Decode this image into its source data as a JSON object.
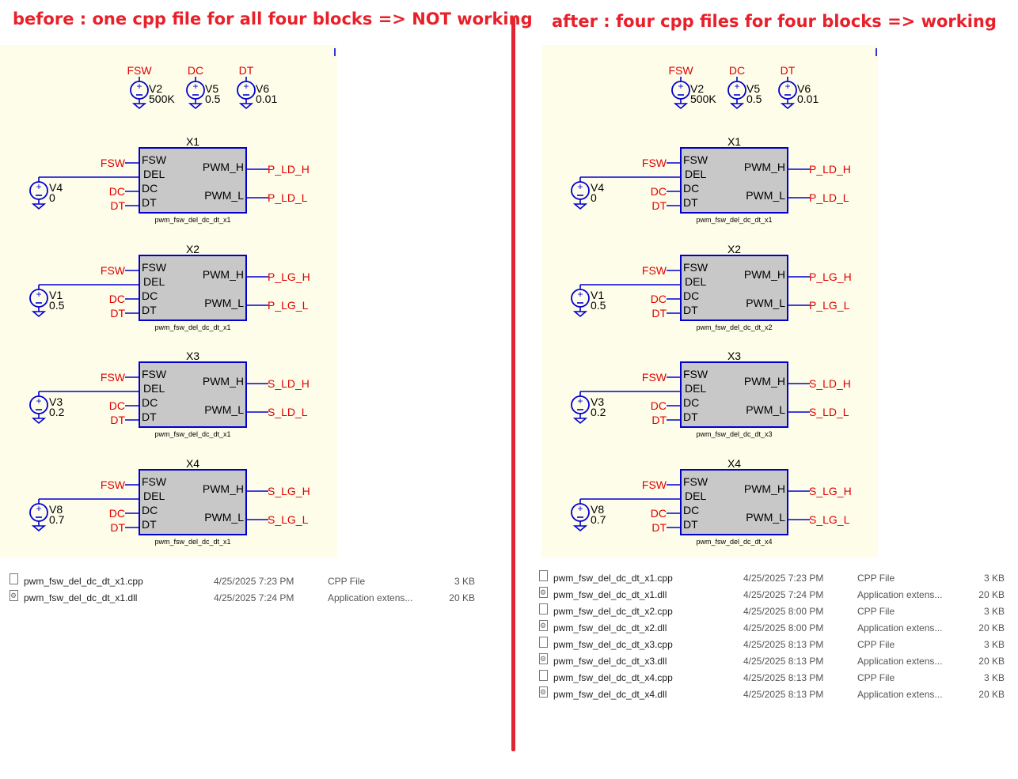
{
  "headings": {
    "left": "before : one cpp file for all four blocks => NOT working",
    "right": "after : four cpp files for four blocks => working"
  },
  "colors": {
    "wire": "#0000d0",
    "label": "#e00000",
    "block_fill": "#c8c8c8",
    "panel": "#fefde9",
    "divider": "#e02530"
  },
  "sources": [
    {
      "net": "FSW",
      "name": "V2",
      "value": "500K"
    },
    {
      "net": "DC",
      "name": "V5",
      "value": "0.5"
    },
    {
      "net": "DT",
      "name": "V6",
      "value": "0.01"
    }
  ],
  "pins": {
    "inputs": [
      "FSW",
      "DEL",
      "DC",
      "DT"
    ],
    "outputs": [
      "PWM_H",
      "PWM_L"
    ]
  },
  "input_nets": {
    "fsw": "FSW",
    "dc": "DC",
    "dt": "DT"
  },
  "blocks": [
    {
      "name": "X1",
      "del_source": "V4",
      "del_value": "0",
      "out_h": "P_LD_H",
      "out_l": "P_LD_L"
    },
    {
      "name": "X2",
      "del_source": "V1",
      "del_value": "0.5",
      "out_h": "P_LG_H",
      "out_l": "P_LG_L"
    },
    {
      "name": "X3",
      "del_source": "V3",
      "del_value": "0.2",
      "out_h": "S_LD_H",
      "out_l": "S_LD_L"
    },
    {
      "name": "X4",
      "del_source": "V8",
      "del_value": "0.7",
      "out_h": "S_LG_H",
      "out_l": "S_LG_L"
    }
  ],
  "models_before": [
    "pwm_fsw_del_dc_dt_x1",
    "pwm_fsw_del_dc_dt_x1",
    "pwm_fsw_del_dc_dt_x1",
    "pwm_fsw_del_dc_dt_x1"
  ],
  "models_after": [
    "pwm_fsw_del_dc_dt_x1",
    "pwm_fsw_del_dc_dt_x2",
    "pwm_fsw_del_dc_dt_x3",
    "pwm_fsw_del_dc_dt_x4"
  ],
  "files_before": [
    {
      "name": "pwm_fsw_del_dc_dt_x1.cpp",
      "date": "4/25/2025 7:23 PM",
      "type": "CPP File",
      "size": "3 KB",
      "icon": "file-icon"
    },
    {
      "name": "pwm_fsw_del_dc_dt_x1.dll",
      "date": "4/25/2025 7:24 PM",
      "type": "Application extens...",
      "size": "20 KB",
      "icon": "dll-icon"
    }
  ],
  "files_after": [
    {
      "name": "pwm_fsw_del_dc_dt_x1.cpp",
      "date": "4/25/2025 7:23 PM",
      "type": "CPP File",
      "size": "3 KB",
      "icon": "file-icon"
    },
    {
      "name": "pwm_fsw_del_dc_dt_x1.dll",
      "date": "4/25/2025 7:24 PM",
      "type": "Application extens...",
      "size": "20 KB",
      "icon": "dll-icon"
    },
    {
      "name": "pwm_fsw_del_dc_dt_x2.cpp",
      "date": "4/25/2025 8:00 PM",
      "type": "CPP File",
      "size": "3 KB",
      "icon": "file-icon"
    },
    {
      "name": "pwm_fsw_del_dc_dt_x2.dll",
      "date": "4/25/2025 8:00 PM",
      "type": "Application extens...",
      "size": "20 KB",
      "icon": "dll-icon"
    },
    {
      "name": "pwm_fsw_del_dc_dt_x3.cpp",
      "date": "4/25/2025 8:13 PM",
      "type": "CPP File",
      "size": "3 KB",
      "icon": "file-icon"
    },
    {
      "name": "pwm_fsw_del_dc_dt_x3.dll",
      "date": "4/25/2025 8:13 PM",
      "type": "Application extens...",
      "size": "20 KB",
      "icon": "dll-icon"
    },
    {
      "name": "pwm_fsw_del_dc_dt_x4.cpp",
      "date": "4/25/2025 8:13 PM",
      "type": "CPP File",
      "size": "3 KB",
      "icon": "file-icon"
    },
    {
      "name": "pwm_fsw_del_dc_dt_x4.dll",
      "date": "4/25/2025 8:13 PM",
      "type": "Application extens...",
      "size": "20 KB",
      "icon": "dll-icon"
    }
  ]
}
